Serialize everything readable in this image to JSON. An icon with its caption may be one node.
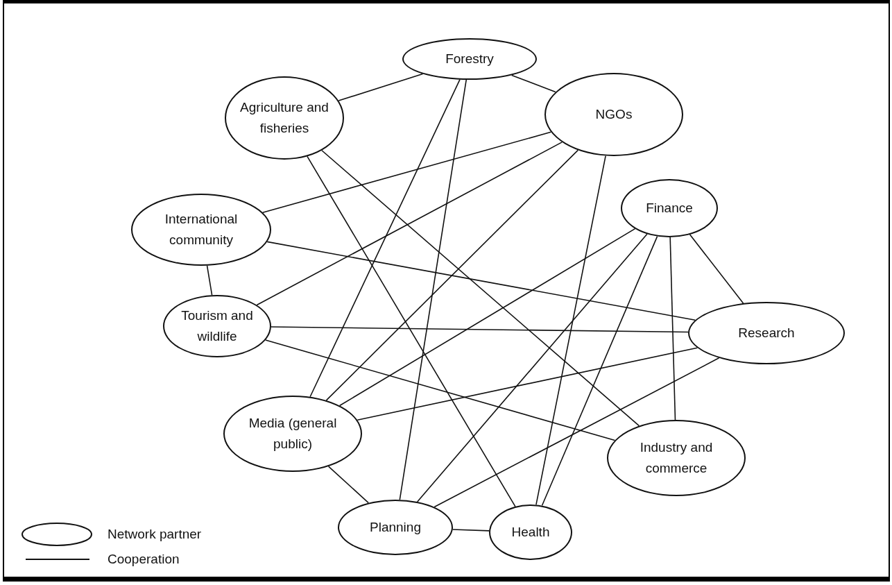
{
  "diagram": {
    "nodes": [
      {
        "text": [
          "Forestry"
        ]
      },
      {
        "text": [
          "Agriculture and fisheries"
        ]
      },
      {
        "text": [
          "NGOs"
        ]
      },
      {
        "text": [
          "International community"
        ]
      },
      {
        "text": [
          "Finance"
        ]
      },
      {
        "text": [
          "Tourism and wildlife"
        ]
      },
      {
        "text": [
          "Research"
        ]
      },
      {
        "text": [
          "Media (general public)"
        ]
      },
      {
        "text": [
          "Industry and commerce"
        ]
      },
      {
        "text": [
          "Planning"
        ]
      },
      {
        "text": [
          "Health"
        ]
      }
    ],
    "edges": [
      {
        "from": 1,
        "to": 0,
        "arrow": "none"
      },
      {
        "from": 0,
        "to": 2,
        "arrow": "none"
      },
      {
        "from": 0,
        "to": 7,
        "arrow": "none"
      },
      {
        "from": 0,
        "to": 9,
        "arrow": "none"
      },
      {
        "from": 1,
        "to": 10,
        "arrow": "none"
      },
      {
        "from": 1,
        "to": 8,
        "arrow": "none"
      },
      {
        "from": 2,
        "to": 3,
        "arrow": "none"
      },
      {
        "from": 2,
        "to": 5,
        "arrow": "none"
      },
      {
        "from": 2,
        "to": 7,
        "arrow": "none"
      },
      {
        "from": 2,
        "to": 10,
        "arrow": "none"
      },
      {
        "from": 3,
        "to": 5,
        "arrow": "none"
      },
      {
        "from": 3,
        "to": 6,
        "arrow": "none"
      },
      {
        "from": 4,
        "to": 7,
        "arrow": "none"
      },
      {
        "from": 4,
        "to": 9,
        "arrow": "none"
      },
      {
        "from": 4,
        "to": 10,
        "arrow": "none"
      },
      {
        "from": 4,
        "to": 8,
        "arrow": "none"
      },
      {
        "from": 4,
        "to": 6,
        "arrow": "none"
      },
      {
        "from": 5,
        "to": 6,
        "arrow": "none"
      },
      {
        "from": 5,
        "to": 8,
        "arrow": "none"
      },
      {
        "from": 6,
        "to": 7,
        "arrow": "none"
      },
      {
        "from": 6,
        "to": 9,
        "arrow": "none"
      },
      {
        "from": 7,
        "to": 9,
        "arrow": "none"
      },
      {
        "from": 9,
        "to": 10,
        "arrow": "none"
      }
    ],
    "legend": [
      {
        "text": "Network partner"
      },
      {
        "text": "Cooperation"
      }
    ]
  }
}
